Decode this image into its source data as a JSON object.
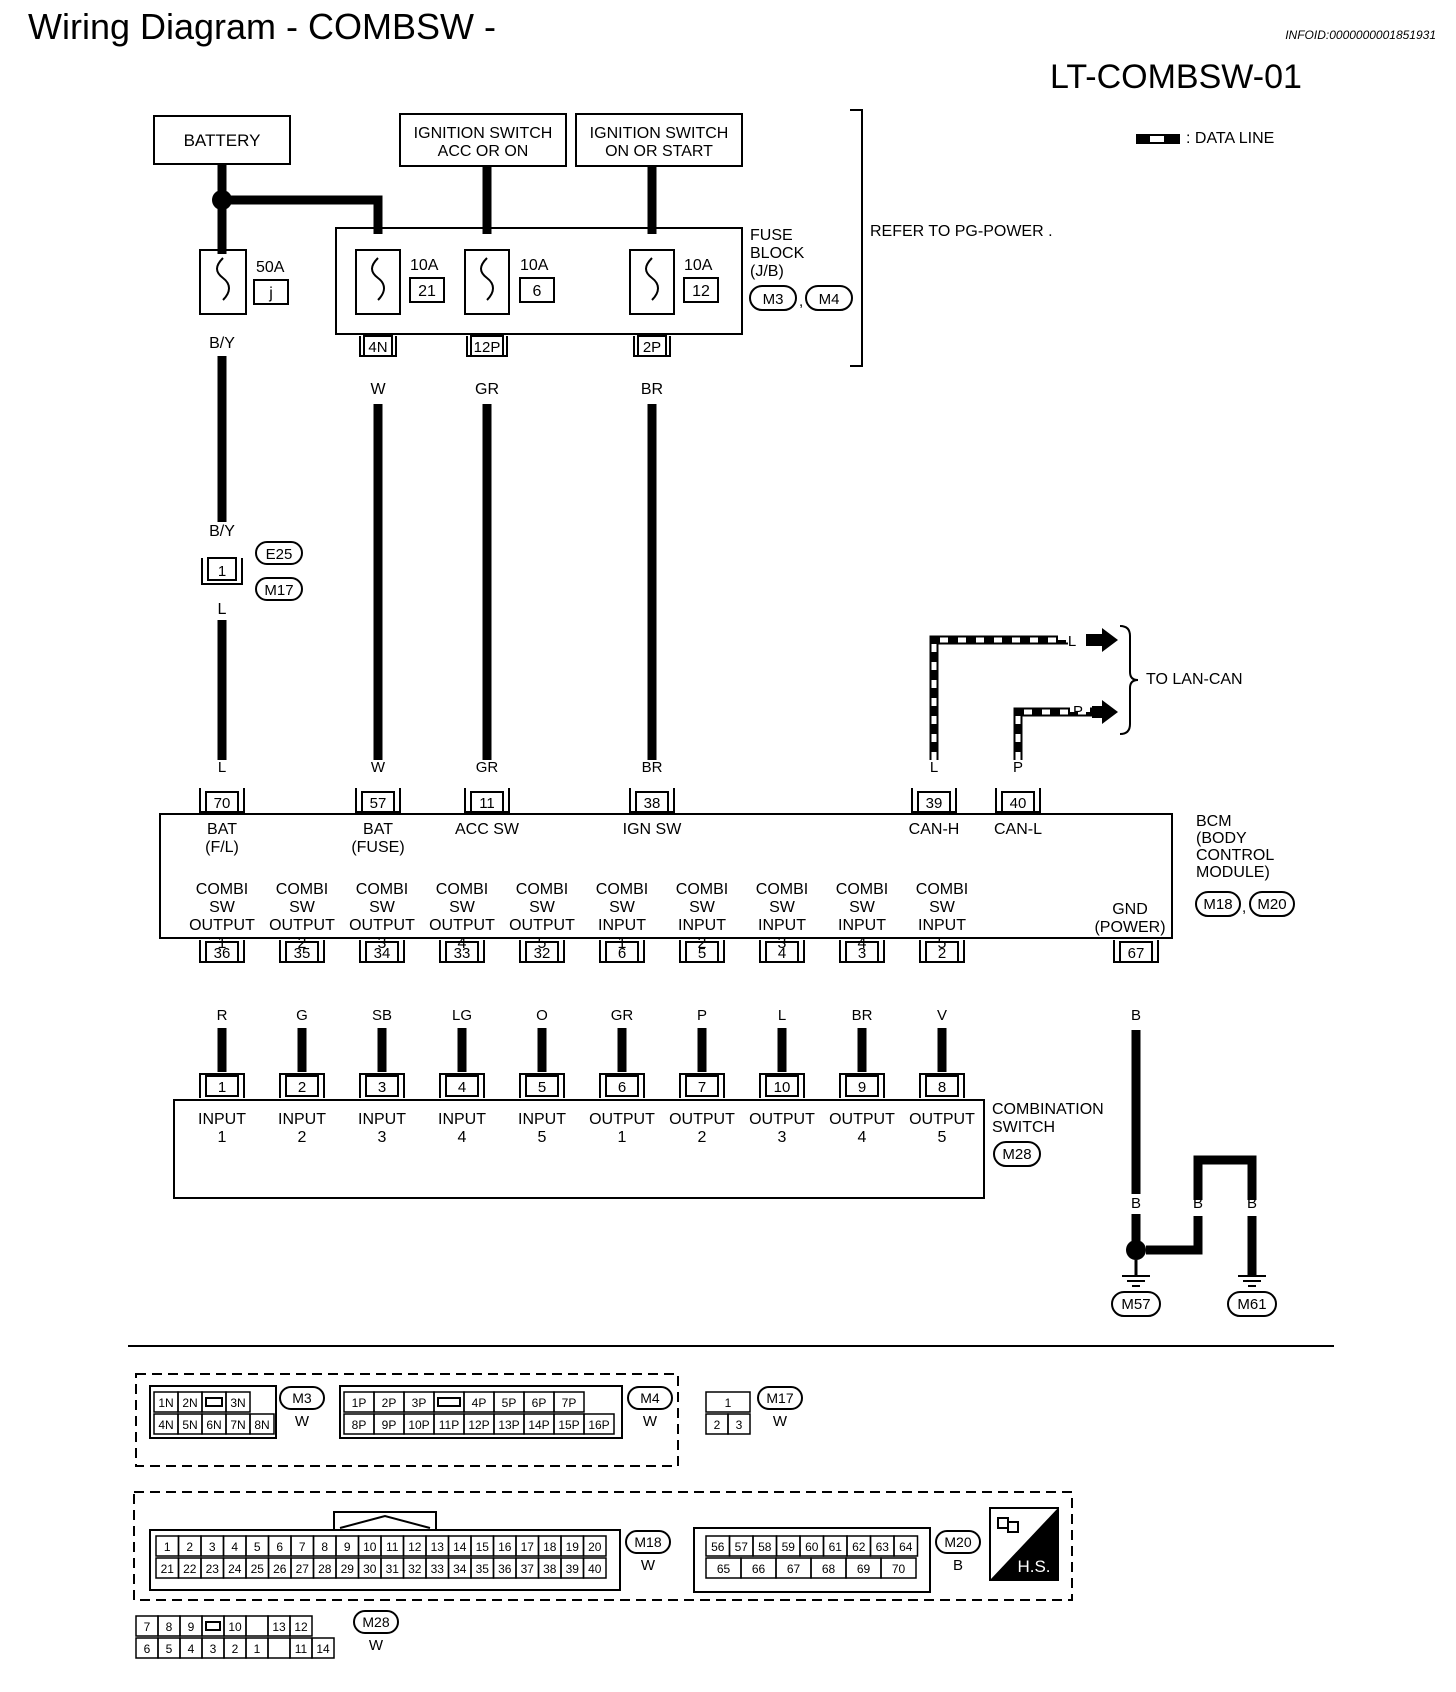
{
  "header": {
    "title": "Wiring Diagram - COMBSW -",
    "info_id": "INFOID:0000000001851931",
    "diagram_code": "LT-COMBSW-01"
  },
  "legend": {
    "data_line": ": DATA LINE"
  },
  "power": {
    "battery": "BATTERY",
    "ign_acc_l1": "IGNITION SWITCH",
    "ign_acc_l2": "ACC OR ON",
    "ign_on_l1": "IGNITION SWITCH",
    "ign_on_l2": "ON OR START",
    "refer": "REFER TO  PG-POWER ."
  },
  "fuse_block": {
    "l1": "FUSE",
    "l2": "BLOCK",
    "l3": "(J/B)",
    "conn1": "M3",
    "conn2": "M4",
    "sep": ","
  },
  "fuses": [
    {
      "amp": "50A",
      "no": "j",
      "wire": "B/Y"
    },
    {
      "amp": "10A",
      "no": "21",
      "term": "4N",
      "wire": "W"
    },
    {
      "amp": "10A",
      "no": "6",
      "term": "12P",
      "wire": "GR"
    },
    {
      "amp": "10A",
      "no": "12",
      "term": "2P",
      "wire": "BR"
    }
  ],
  "joint": {
    "wire_top": "B/Y",
    "term": "1",
    "conn1": "E25",
    "conn2": "M17",
    "wire_bottom": "L"
  },
  "lan": {
    "wire_l": "L",
    "wire_p": "P",
    "to": "TO LAN-CAN"
  },
  "bcm": {
    "name_l1": "BCM",
    "name_l2": "(BODY",
    "name_l3": "CONTROL",
    "name_l4": "MODULE)",
    "conn1": "M18",
    "conn2": "M20",
    "sep": ",",
    "top_pins": [
      {
        "wire": "L",
        "pin": "70",
        "l1": "BAT",
        "l2": "(F/L)"
      },
      {
        "wire": "W",
        "pin": "57",
        "l1": "BAT",
        "l2": "(FUSE)"
      },
      {
        "wire": "GR",
        "pin": "11",
        "l1": "ACC SW",
        "l2": ""
      },
      {
        "wire": "BR",
        "pin": "38",
        "l1": "IGN SW",
        "l2": ""
      },
      {
        "wire": "L",
        "pin": "39",
        "l1": "CAN-H",
        "l2": ""
      },
      {
        "wire": "P",
        "pin": "40",
        "l1": "CAN-L",
        "l2": ""
      }
    ],
    "bottom_pins": [
      {
        "l1": "COMBI",
        "l2": "SW",
        "l3": "OUTPUT",
        "l4": "1",
        "pin": "36",
        "wire": "R"
      },
      {
        "l1": "COMBI",
        "l2": "SW",
        "l3": "OUTPUT",
        "l4": "2",
        "pin": "35",
        "wire": "G"
      },
      {
        "l1": "COMBI",
        "l2": "SW",
        "l3": "OUTPUT",
        "l4": "3",
        "pin": "34",
        "wire": "SB"
      },
      {
        "l1": "COMBI",
        "l2": "SW",
        "l3": "OUTPUT",
        "l4": "4",
        "pin": "33",
        "wire": "LG"
      },
      {
        "l1": "COMBI",
        "l2": "SW",
        "l3": "OUTPUT",
        "l4": "5",
        "pin": "32",
        "wire": "O"
      },
      {
        "l1": "COMBI",
        "l2": "SW",
        "l3": "INPUT",
        "l4": "1",
        "pin": "6",
        "wire": "GR"
      },
      {
        "l1": "COMBI",
        "l2": "SW",
        "l3": "INPUT",
        "l4": "2",
        "pin": "5",
        "wire": "P"
      },
      {
        "l1": "COMBI",
        "l2": "SW",
        "l3": "INPUT",
        "l4": "3",
        "pin": "4",
        "wire": "L"
      },
      {
        "l1": "COMBI",
        "l2": "SW",
        "l3": "INPUT",
        "l4": "4",
        "pin": "3",
        "wire": "BR"
      },
      {
        "l1": "COMBI",
        "l2": "SW",
        "l3": "INPUT",
        "l4": "5",
        "pin": "2",
        "wire": "V"
      }
    ],
    "gnd": {
      "l1": "GND",
      "l2": "(POWER)",
      "pin": "67",
      "wire": "B"
    }
  },
  "combination_switch": {
    "name_l1": "COMBINATION",
    "name_l2": "SWITCH",
    "conn": "M28",
    "pins": [
      {
        "pin": "1",
        "l1": "INPUT",
        "l2": "1"
      },
      {
        "pin": "2",
        "l1": "INPUT",
        "l2": "2"
      },
      {
        "pin": "3",
        "l1": "INPUT",
        "l2": "3"
      },
      {
        "pin": "4",
        "l1": "INPUT",
        "l2": "4"
      },
      {
        "pin": "5",
        "l1": "INPUT",
        "l2": "5"
      },
      {
        "pin": "6",
        "l1": "OUTPUT",
        "l2": "1"
      },
      {
        "pin": "7",
        "l1": "OUTPUT",
        "l2": "2"
      },
      {
        "pin": "10",
        "l1": "OUTPUT",
        "l2": "3"
      },
      {
        "pin": "9",
        "l1": "OUTPUT",
        "l2": "4"
      },
      {
        "pin": "8",
        "l1": "OUTPUT",
        "l2": "5"
      }
    ]
  },
  "ground": {
    "wire1": "B",
    "wire2": "B",
    "wire3": "B",
    "conn1": "M57",
    "conn2": "M61"
  },
  "connectors": {
    "m3": {
      "name": "M3",
      "color": "W",
      "top": [
        "1N",
        "2N",
        "",
        "3N"
      ],
      "bottom": [
        "4N",
        "5N",
        "6N",
        "7N",
        "8N"
      ]
    },
    "m4": {
      "name": "M4",
      "color": "W",
      "top": [
        "1P",
        "2P",
        "3P",
        "",
        "4P",
        "5P",
        "6P",
        "7P"
      ],
      "bottom": [
        "8P",
        "9P",
        "10P",
        "11P",
        "12P",
        "13P",
        "14P",
        "15P",
        "16P"
      ]
    },
    "m17": {
      "name": "M17",
      "color": "W",
      "top": [
        "1"
      ],
      "bottom": [
        "2",
        "3"
      ]
    },
    "m18": {
      "name": "M18",
      "color": "W",
      "top": [
        "1",
        "2",
        "3",
        "4",
        "5",
        "6",
        "7",
        "8",
        "9",
        "10",
        "11",
        "12",
        "13",
        "14",
        "15",
        "16",
        "17",
        "18",
        "19",
        "20"
      ],
      "bottom": [
        "21",
        "22",
        "23",
        "24",
        "25",
        "26",
        "27",
        "28",
        "29",
        "30",
        "31",
        "32",
        "33",
        "34",
        "35",
        "36",
        "37",
        "38",
        "39",
        "40"
      ]
    },
    "m20": {
      "name": "M20",
      "color": "B",
      "top": [
        "56",
        "57",
        "58",
        "59",
        "60",
        "61",
        "62",
        "63",
        "64"
      ],
      "bottom": [
        "65",
        "66",
        "67",
        "68",
        "69",
        "70"
      ]
    },
    "m28": {
      "name": "M28",
      "color": "W",
      "top": [
        "7",
        "8",
        "9",
        "",
        "10",
        "",
        "13",
        "12"
      ],
      "bottom": [
        "6",
        "5",
        "4",
        "3",
        "2",
        "1",
        "",
        "11",
        "14"
      ]
    },
    "hs": "H.S."
  }
}
